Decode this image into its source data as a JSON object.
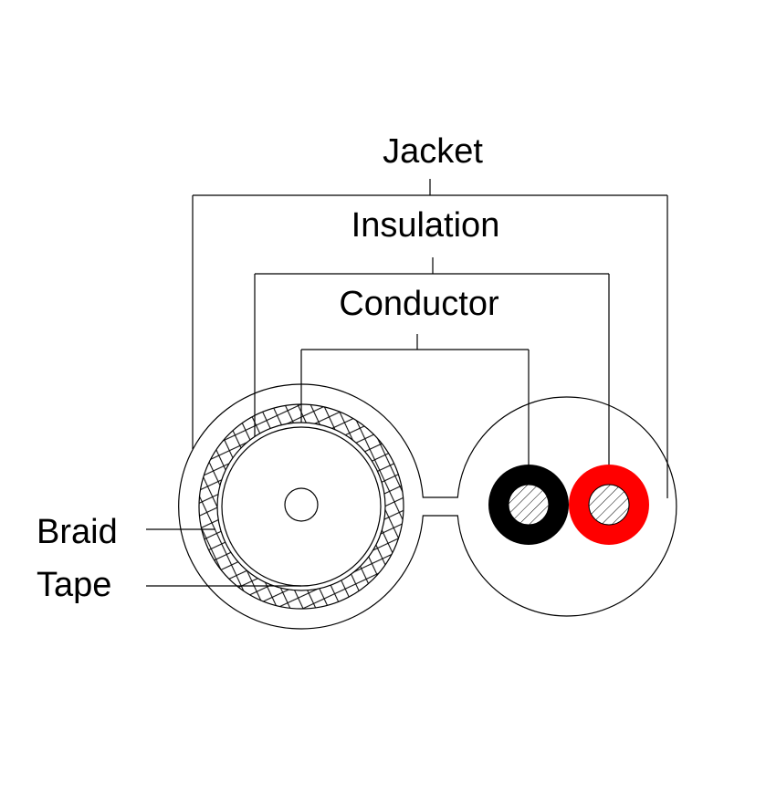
{
  "labels": {
    "jacket": "Jacket",
    "insulation": "Insulation",
    "conductor": "Conductor",
    "braid": "Braid",
    "tape": "Tape"
  },
  "colors": {
    "line": "#000000",
    "background": "#ffffff",
    "wire_black": "#000000",
    "wire_red": "#ff0000"
  }
}
